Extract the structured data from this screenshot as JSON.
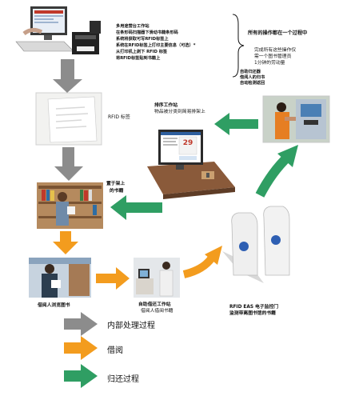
{
  "colors": {
    "internal": "#8c8c8c",
    "borrow": "#f39c1e",
    "return": "#2f9e63"
  },
  "top_workstation": {
    "title": "多用途营台工作站",
    "lines": [
      "在条形码扫描器下滑动书籍条形码",
      "系统将获取可写RFID标签上",
      "系统在RFID标签上打印主要信息（可选）*",
      "从打印机上剥下 RFID 标签",
      "将RFID标签贴到书籍上"
    ]
  },
  "all_operations": {
    "title": "所有的操作都在一个过程中",
    "lines": [
      "完成所有这些操作仅",
      "需一个图书管理员",
      "1分钟的劳动量"
    ]
  },
  "rfid_label": "RFID 标签",
  "sort_station": {
    "title": "排序工作站",
    "subtitle": "物品被分类到简易排架上",
    "screen_number": "29"
  },
  "return_note": {
    "lines": [
      "自助归还器",
      "借阅人的归书",
      "自动检测返回"
    ]
  },
  "shelf_caption": [
    "置于架上",
    "的书籍"
  ],
  "browse_caption": "借阅人浏览图书",
  "checkout_caption": {
    "title": "自助借还工作站",
    "subtitle": "借阅人借阅书籍"
  },
  "gate_caption": {
    "title": "RFID EAS 电子监控门",
    "subtitle": "监测带离图书馆的书籍"
  },
  "legend": {
    "internal": "内部处理过程",
    "borrow": "借阅",
    "return": "归还过程"
  }
}
